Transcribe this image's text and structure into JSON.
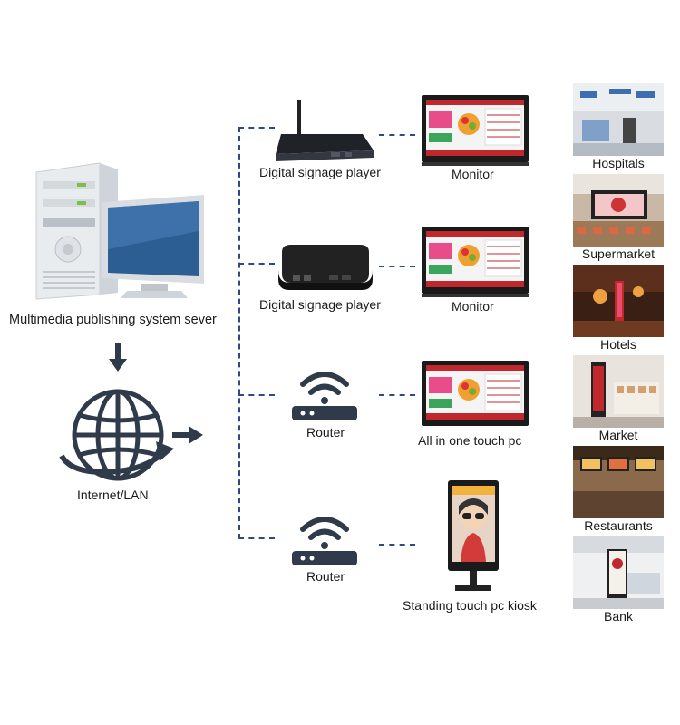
{
  "server": {
    "label": "Multimedia publishing system sever",
    "icon": "server-computer-icon"
  },
  "network": {
    "label": "Internet/LAN",
    "icon": "globe-icon"
  },
  "devices": [
    {
      "source": "Digital signage player",
      "source_icon": "signage-player-box-icon",
      "target": "Monitor",
      "target_icon": "monitor-icon"
    },
    {
      "source": "Digital signage player",
      "source_icon": "media-player-box-icon",
      "target": "Monitor",
      "target_icon": "monitor-icon"
    },
    {
      "source": "Router",
      "source_icon": "router-icon",
      "target": "All in one touch pc",
      "target_icon": "touch-pc-icon"
    },
    {
      "source": "Router",
      "source_icon": "router-icon",
      "target": "Standing touch pc kiosk",
      "target_icon": "kiosk-icon"
    }
  ],
  "venues": [
    "Hospitals",
    "Supermarket",
    "Hotels",
    "Market",
    "Restaurants",
    "Bank"
  ],
  "colors": {
    "connector": "#2a4a8a",
    "icon_dark": "#2f3a4a"
  }
}
